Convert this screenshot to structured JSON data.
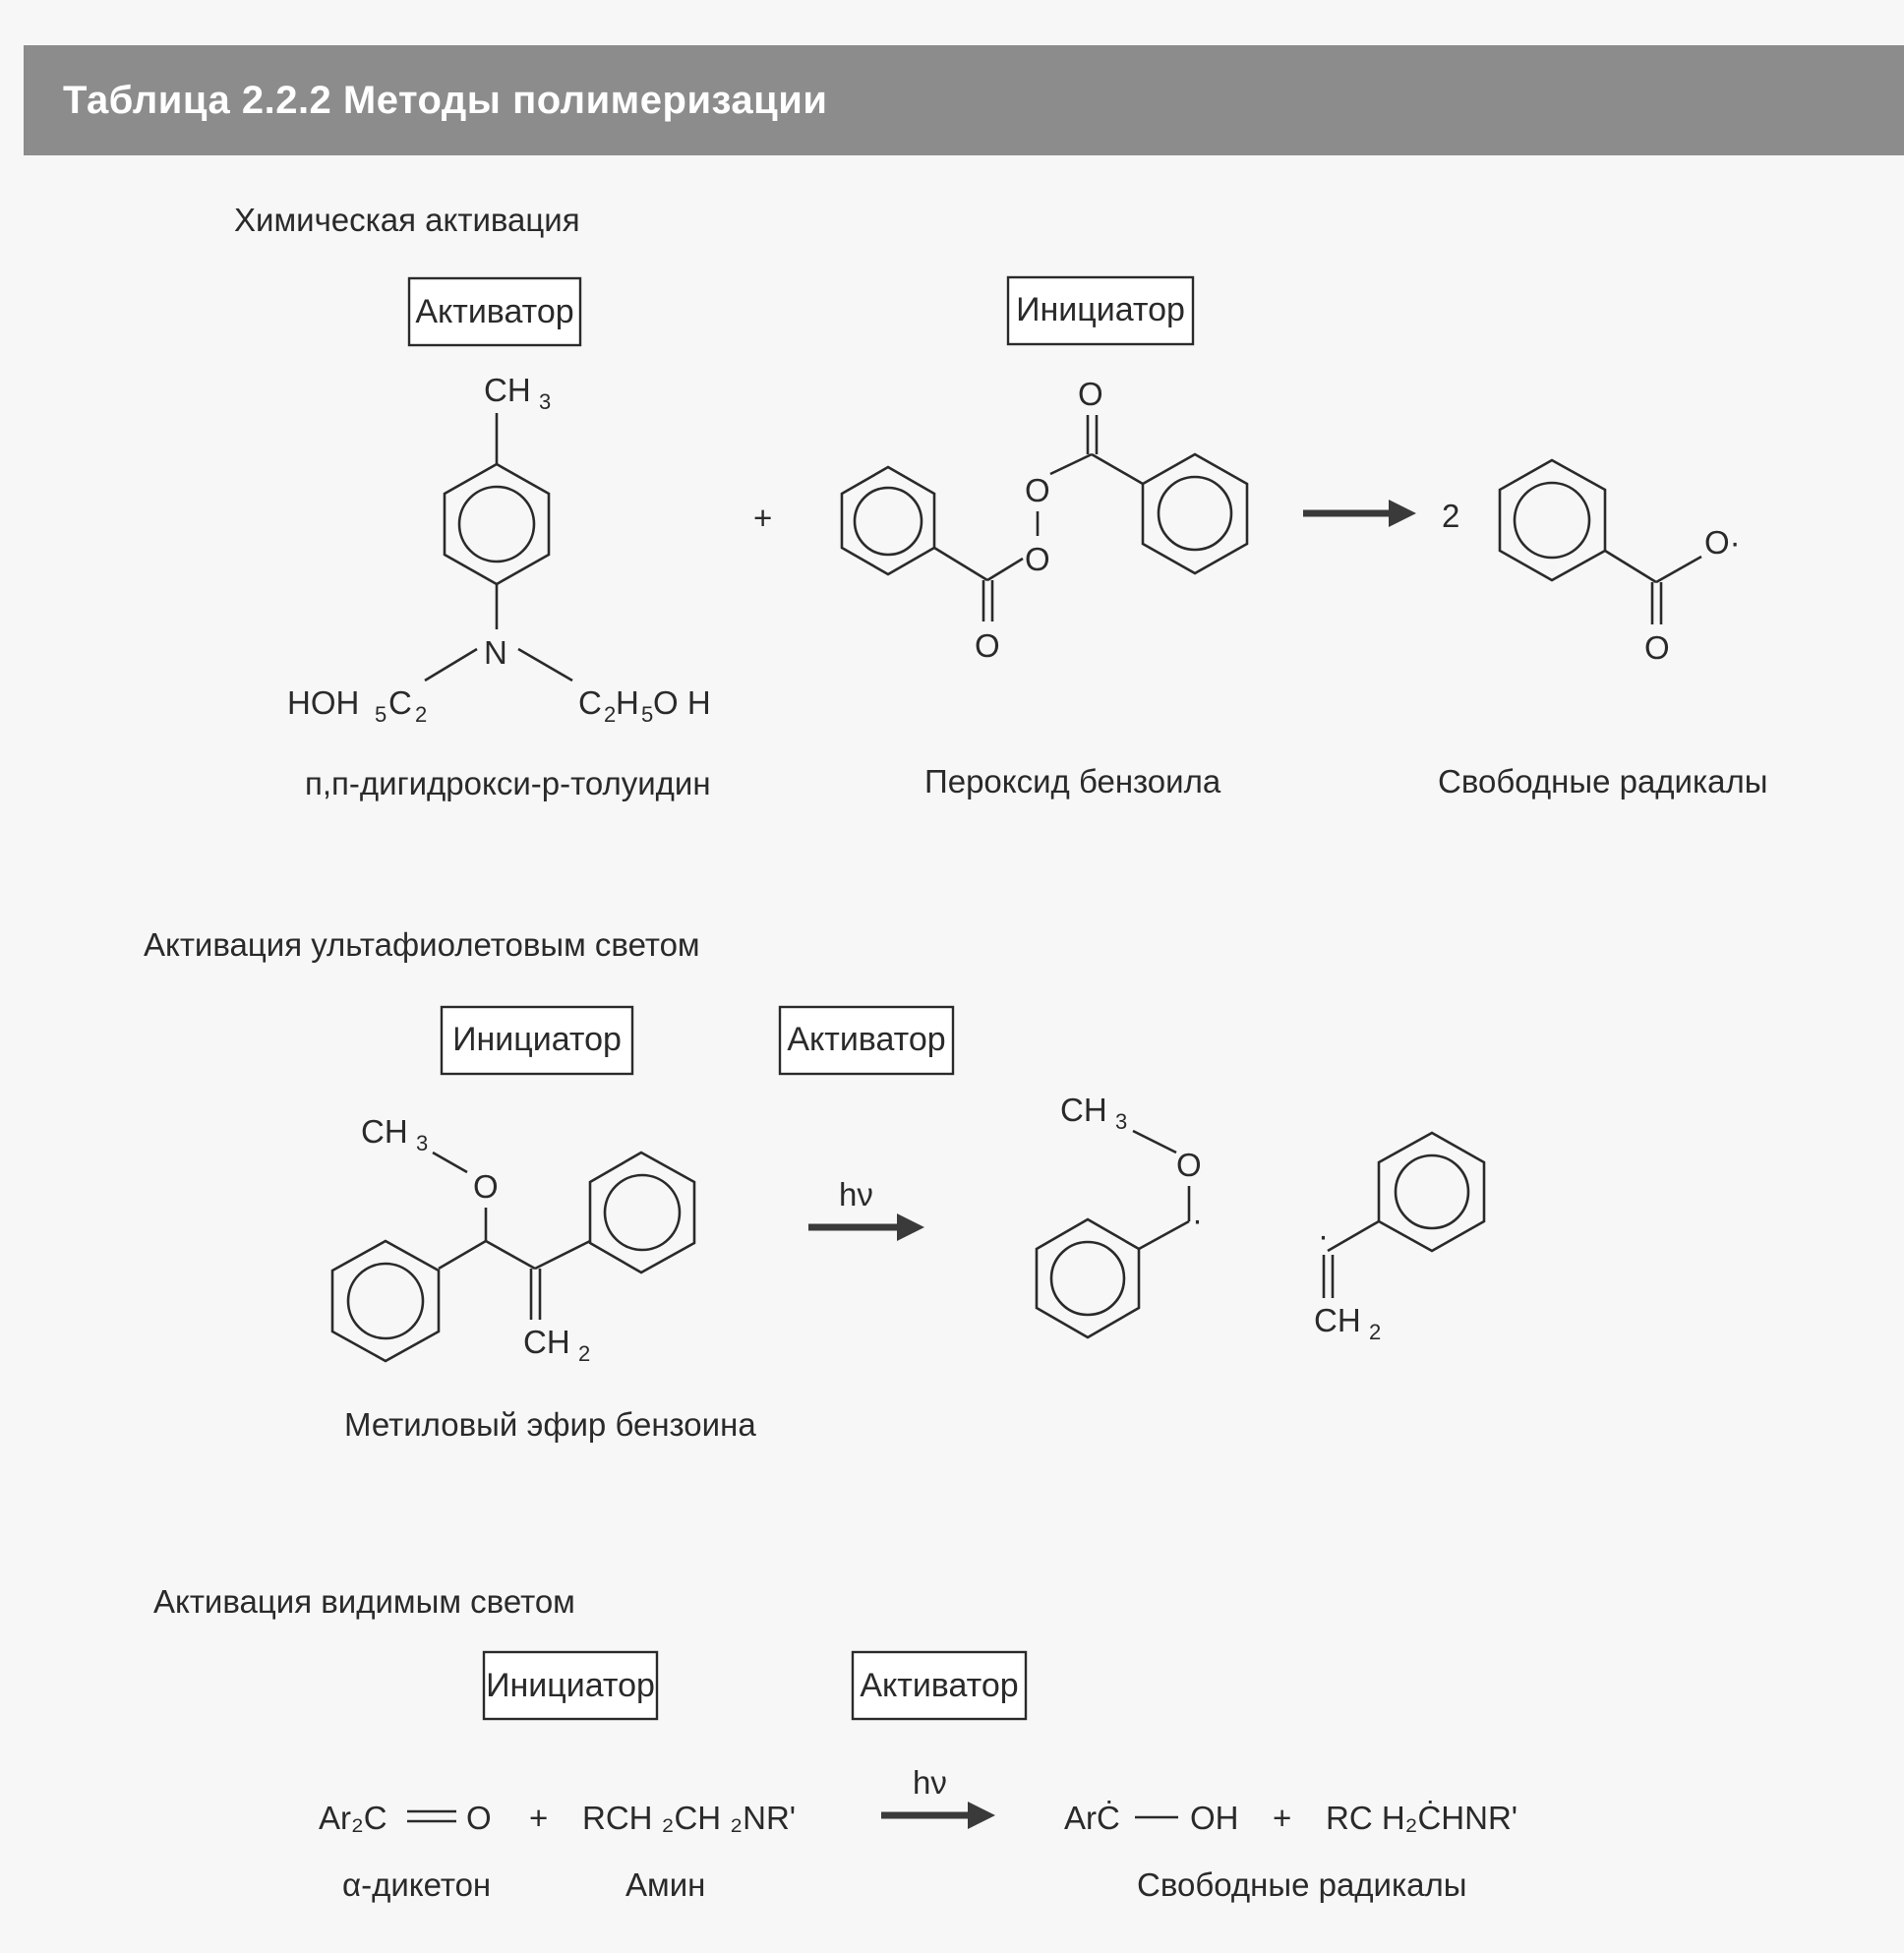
{
  "title": "Таблица 2.2.2 Методы полимеризации",
  "sections": {
    "chemical": {
      "heading": "Химическая активация",
      "activator_box": "Активатор",
      "initiator_box": "Инициатор",
      "activator_name": "п,п-дигидрокси-р-толуидин",
      "initiator_name": "Пероксид бензоила",
      "product_name": "Свободные радикалы",
      "plus": "+",
      "coefficient": "2",
      "atoms": {
        "ch3": "CH",
        "ch3_sub": "3",
        "n": "N",
        "left_group_a": "HOH",
        "left_group_sub1": "5",
        "left_group_b": "C",
        "left_group_sub2": "2",
        "right_group_a": "C",
        "right_group_sub1": "2",
        "right_group_b": "H",
        "right_group_sub2": "5",
        "right_group_c": "O H",
        "o": "O",
        "o_radical": "O·"
      }
    },
    "uv": {
      "heading": "Активация ультафиолетовым светом",
      "initiator_box": "Инициатор",
      "activator_box": "Активатор",
      "compound_name": "Метиловый эфир бензоина",
      "hv": "hν",
      "atoms": {
        "ch3": "CH",
        "ch3_sub": "3",
        "o": "O",
        "ch2": "CH",
        "ch2_sub": "2",
        "dot": "·"
      }
    },
    "visible": {
      "heading": "Активация видимым светом",
      "initiator_box": "Инициатор",
      "activator_box": "Активатор",
      "hv": "hν",
      "reactant1": "Ar₂C",
      "reactant1_o": "O",
      "plus": "+",
      "reactant2": "RCH ₂CH ₂NR'",
      "product1_a": "ArĊ",
      "product1_b": "OH",
      "product2": "RC H₂ĊHNR'",
      "reactant1_name": "α-дикетон",
      "reactant2_name": "Амин",
      "product_name": "Свободные радикалы"
    }
  }
}
